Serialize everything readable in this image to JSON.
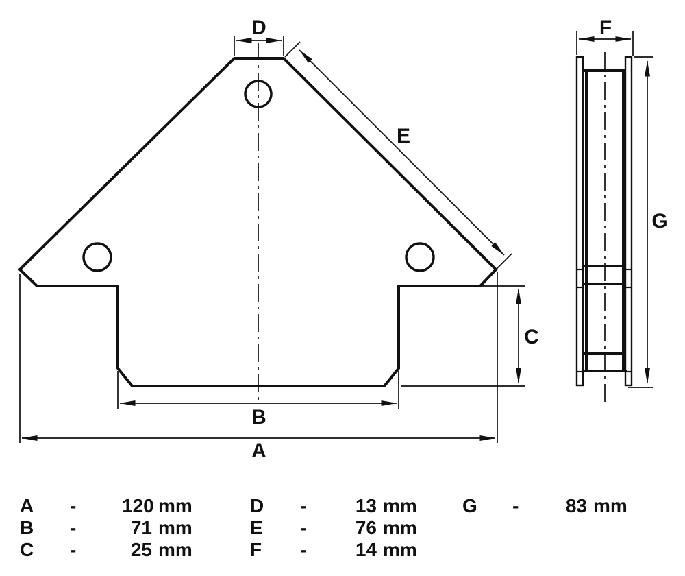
{
  "drawing": {
    "dims": {
      "A": "A",
      "B": "B",
      "C": "C",
      "D": "D",
      "E": "E",
      "F": "F",
      "G": "G"
    }
  },
  "legend": {
    "separator": "-",
    "unit": "mm",
    "items": [
      {
        "letter": "A",
        "value": "120"
      },
      {
        "letter": "B",
        "value": "71"
      },
      {
        "letter": "C",
        "value": "25"
      },
      {
        "letter": "D",
        "value": "13"
      },
      {
        "letter": "E",
        "value": "76"
      },
      {
        "letter": "F",
        "value": "14"
      },
      {
        "letter": "G",
        "value": "83"
      }
    ]
  }
}
